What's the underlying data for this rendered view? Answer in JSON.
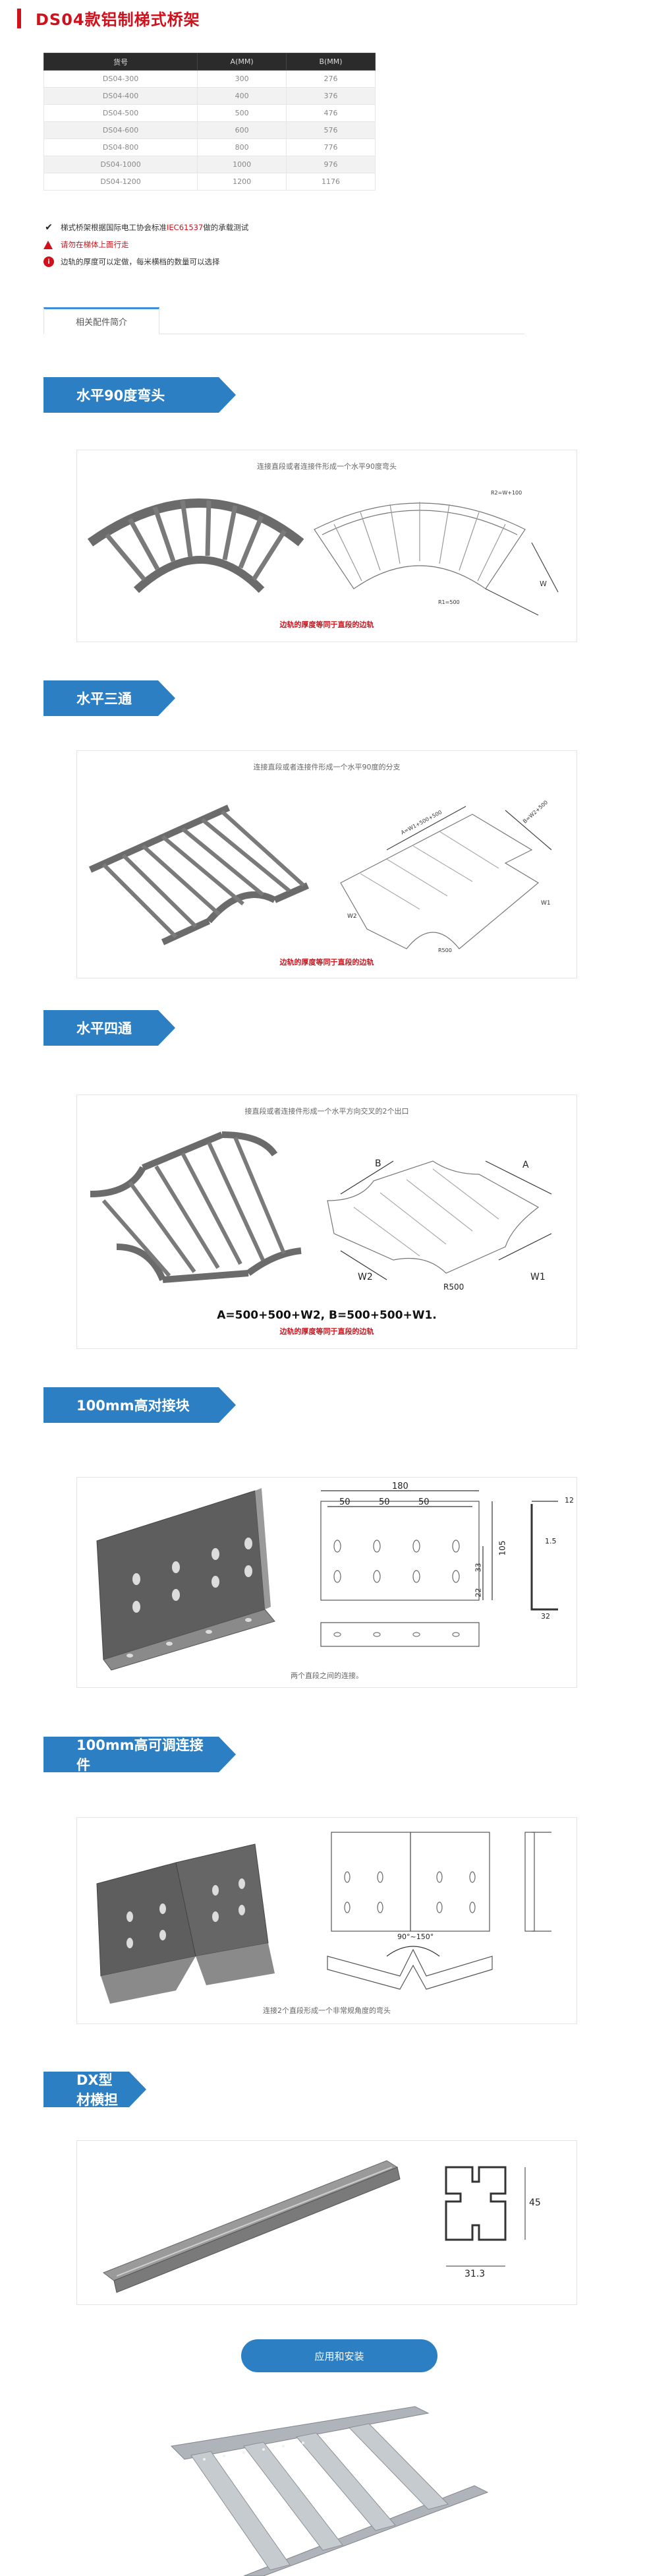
{
  "title": "DS04款铝制梯式桥架",
  "spec_table": {
    "headers": [
      "货号",
      "A(MM)",
      "B(MM)"
    ],
    "rows": [
      [
        "DS04-300",
        "300",
        "276"
      ],
      [
        "DS04-400",
        "400",
        "376"
      ],
      [
        "DS04-500",
        "500",
        "476"
      ],
      [
        "DS04-600",
        "600",
        "576"
      ],
      [
        "DS04-800",
        "800",
        "776"
      ],
      [
        "DS04-1000",
        "1000",
        "976"
      ],
      [
        "DS04-1200",
        "1200",
        "1176"
      ]
    ]
  },
  "notes": {
    "note1_prefix": "梯式桥架根据国际电工协会标准",
    "note1_highlight": "IEC61537",
    "note1_suffix": "做的承载测试",
    "note2": "请勿在梯体上面行走",
    "note3": "边轨的厚度可以定做，每米横档的数量可以选择"
  },
  "tab": {
    "label": "相关配件简介"
  },
  "sections": [
    {
      "heading": "水平90度弯头",
      "caption": "连接直段或者连接件形成一个水平90度弯头",
      "red_note": "边轨的厚度等同于直段的边轨",
      "dims": [
        "R2=W+100",
        "R1=500",
        "W"
      ]
    },
    {
      "heading": "水平三通",
      "caption": "连接直段或者连接件形成一个水平90度的分支",
      "red_note": "边轨的厚度等同于直段的边轨",
      "dims": [
        "A=W1+500+500",
        "B=W2+500",
        "W1",
        "W2",
        "R500"
      ]
    },
    {
      "heading": "水平四通",
      "caption": "接直段或者连接件形成一个水平方向交叉的2个出口",
      "formula": "A=500+500+W2, B=500+500+W1.",
      "red_note": "边轨的厚度等同于直段的边轨",
      "dims": [
        "A",
        "B",
        "W1",
        "W2",
        "R500"
      ]
    },
    {
      "heading": "100mm高对接块",
      "caption": "两个直段之间的连接。",
      "dims": [
        "180",
        "50",
        "50",
        "50",
        "105",
        "33",
        "22",
        "12",
        "1.5",
        "32"
      ]
    },
    {
      "heading": "100mm高可调连接件",
      "caption": "连接2个直段形成一个非常规角度的弯头",
      "dims": [
        "90°~150°"
      ]
    },
    {
      "heading": "DX型材横担",
      "dims": [
        "45",
        "31.3"
      ]
    }
  ],
  "button": {
    "label": "应用和安装"
  },
  "colors": {
    "brand_red": "#d0101b",
    "accent_blue": "#2d7fc4",
    "table_header": "#2b2b2b"
  },
  "icons": [
    "check-icon",
    "warning-icon",
    "info-icon"
  ]
}
